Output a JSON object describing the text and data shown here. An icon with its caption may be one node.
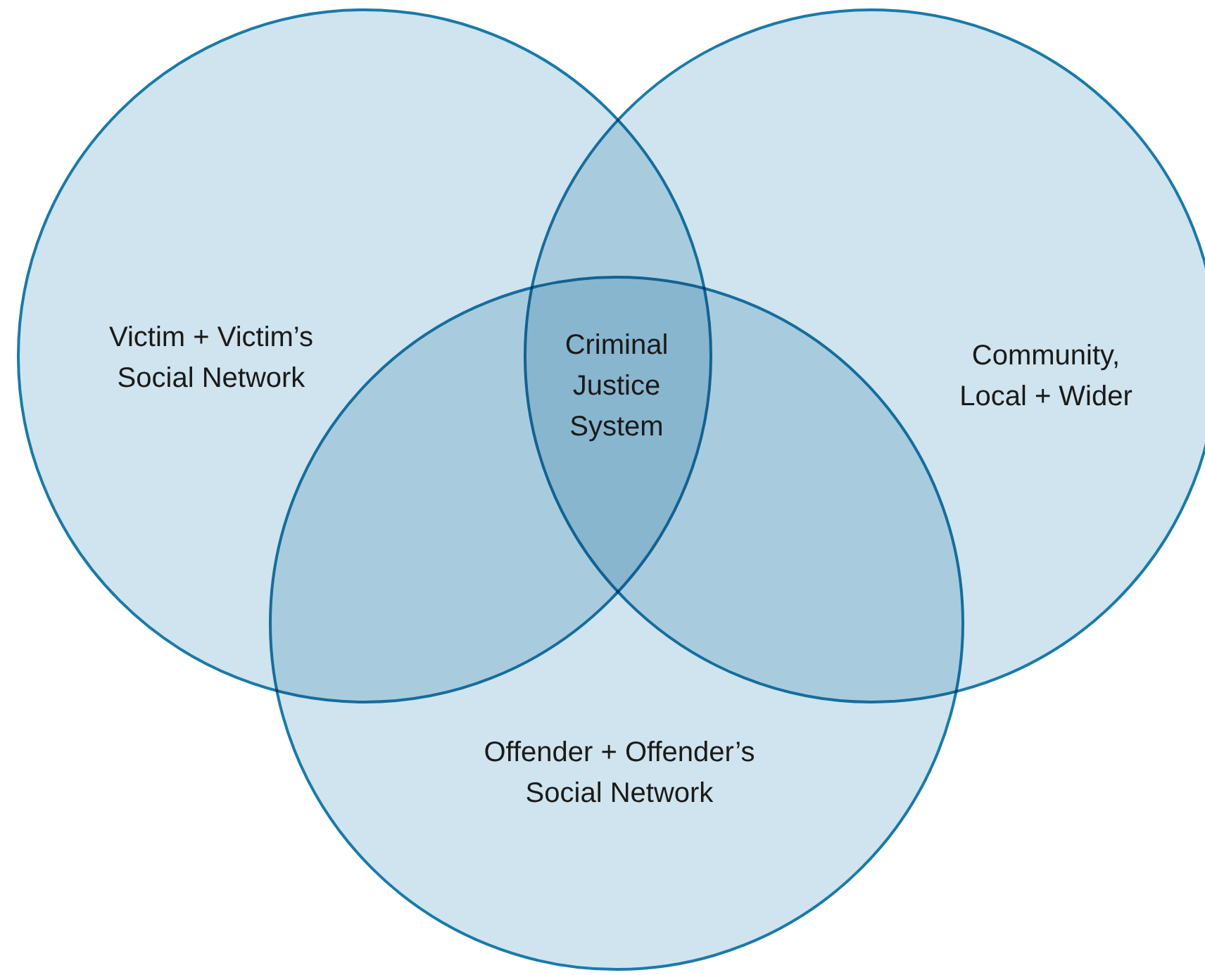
{
  "diagram": {
    "nodes": [
      {
        "text": [
          "Victim + Victim’s Social Network"
        ]
      },
      {
        "text": [
          "Community, Local + Wider"
        ]
      },
      {
        "text": [
          "Offender + Offender’s Social Network"
        ]
      }
    ],
    "labels": [
      "Criminal Justice System"
    ]
  }
}
